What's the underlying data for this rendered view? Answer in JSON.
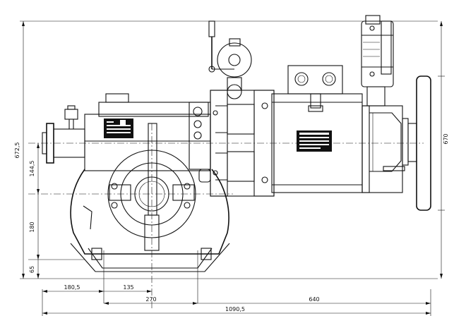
{
  "dimensions": {
    "height_total": "672,5",
    "center_offset": "144,5",
    "lower_offset": "180",
    "base_offset": "65",
    "left_offset": "180,5",
    "span_135": "135",
    "span_270": "270",
    "span_640": "640",
    "total_length": "1090,5",
    "wheel_diameter": "670"
  }
}
